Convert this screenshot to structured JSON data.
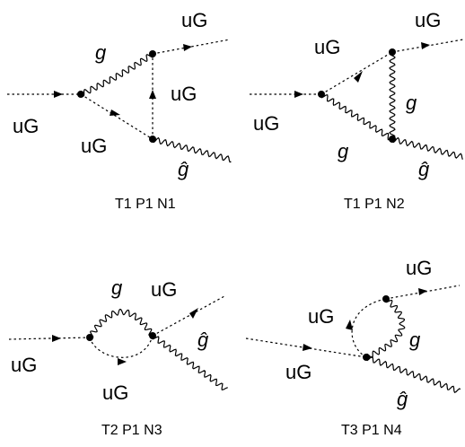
{
  "diagrams": [
    {
      "caption": "T1 P1 N1",
      "labels": {
        "in_ghost": "uG",
        "gluon_line": "g",
        "out_ghost": "uG",
        "vertical_ghost": "uG",
        "lower_ghost": "uG",
        "out_gluon": "ĝ"
      }
    },
    {
      "caption": "T1 P1 N2",
      "labels": {
        "in_ghost": "uG",
        "upper_ghost": "uG",
        "out_ghost": "uG",
        "vertical_gluon": "g",
        "lower_gluon": "g",
        "out_gluon": "ĝ"
      }
    },
    {
      "caption": "T2 P1 N3",
      "labels": {
        "in_ghost": "uG",
        "loop_gluon": "g",
        "out_ghost": "uG",
        "loop_ghost": "uG",
        "out_gluon": "ĝ"
      }
    },
    {
      "caption": "T3 P1 N4",
      "labels": {
        "in_ghost": "uG",
        "loop_ghost": "uG",
        "out_ghost": "uG",
        "loop_gluon": "g",
        "out_gluon": "ĝ"
      }
    }
  ]
}
